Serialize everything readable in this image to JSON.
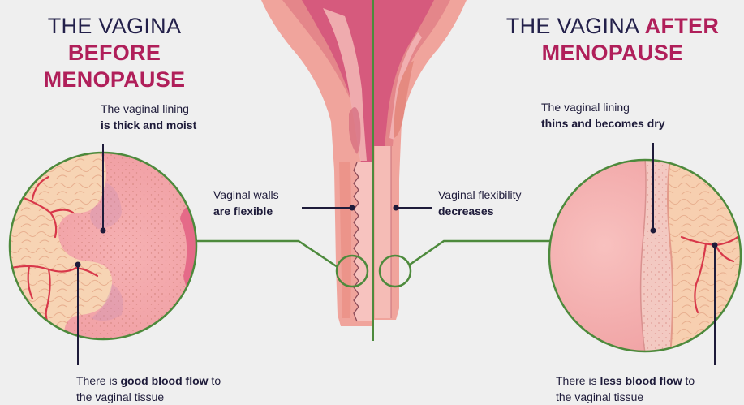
{
  "before": {
    "title_plain": "THE VAGINA ",
    "title_accent": "BEFORE",
    "title_line2": "MENOPAUSE",
    "lining_line1": "The vaginal lining",
    "lining_line2": "is thick and moist",
    "walls_line1": "Vaginal walls",
    "walls_line2": "are flexible",
    "blood_pre": "There is ",
    "blood_bold": "good blood flow",
    "blood_post": " to",
    "blood_line2": "the vaginal tissue"
  },
  "after": {
    "title_plain": "THE VAGINA ",
    "title_accent": "AFTER",
    "title_line2": "MENOPAUSE",
    "lining_line1": "The vaginal lining",
    "lining_line2": "thins and becomes dry",
    "flex_line1": "Vaginal flexibility",
    "flex_line2": "decreases",
    "blood_pre": "There is ",
    "blood_bold": "less blood flow",
    "blood_post": " to",
    "blood_line2": "the vaginal tissue"
  },
  "colors": {
    "background": "#efefef",
    "accent": "#b01f5a",
    "navy": "#23204a",
    "green": "#4d8a3c",
    "tissue": "#f0a49c",
    "tissue_dark": "#e58a80",
    "lumen": "#d4527a",
    "vessel": "#d8384a",
    "fat": "#f7d4b4"
  }
}
